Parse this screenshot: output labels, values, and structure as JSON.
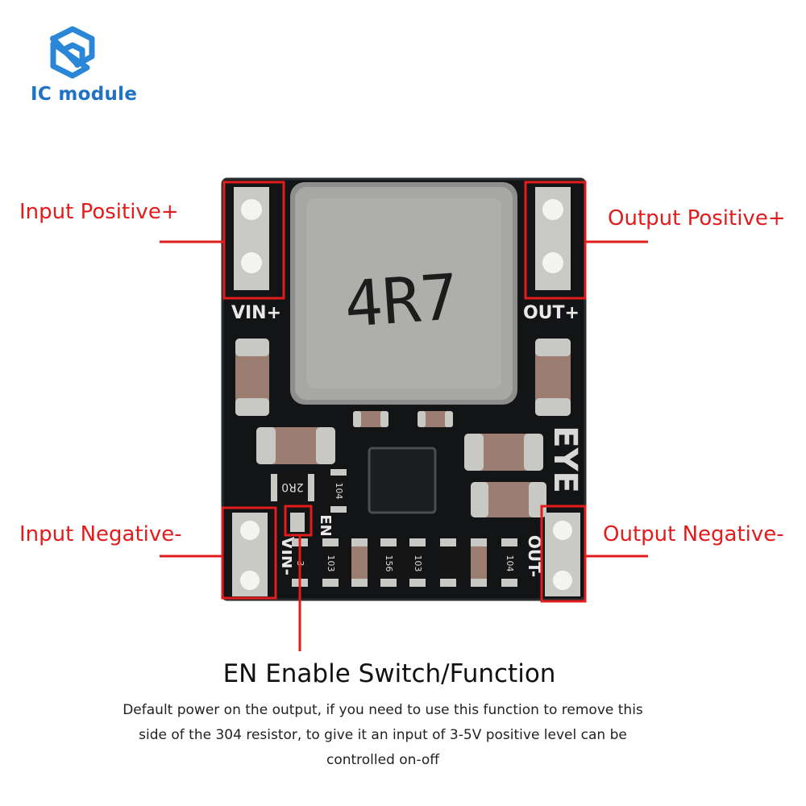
{
  "brand": {
    "logo_text": "IC module",
    "logo_icon": "hexagon-circuit-icon",
    "accent": "#1f72c4"
  },
  "callouts": {
    "input_positive": "Input Positive+",
    "output_positive": "Output Positive+",
    "input_negative": "Input Negative-",
    "output_negative": "Output Negative-",
    "color": "#e21c1c"
  },
  "board_markings": {
    "inductor": "4R7",
    "vin_pos": "VIN+",
    "out_pos": "OUT+",
    "vin_neg": "VIN-",
    "out_neg": "OUT-",
    "en": "EN",
    "resistor_2r0": "2R0",
    "r_104a": "104",
    "r_3": "3",
    "r_103a": "103",
    "r_156": "156",
    "r_103b": "103",
    "r_104b": "104",
    "silk_eye": "EYE"
  },
  "en_section": {
    "title": "EN Enable Switch/Function",
    "line1": "Default power on the output, if you need to use this function to remove this",
    "line2": "side of the 304 resistor, to give it an input of 3-5V positive level can be",
    "line3": "controlled on-off"
  }
}
